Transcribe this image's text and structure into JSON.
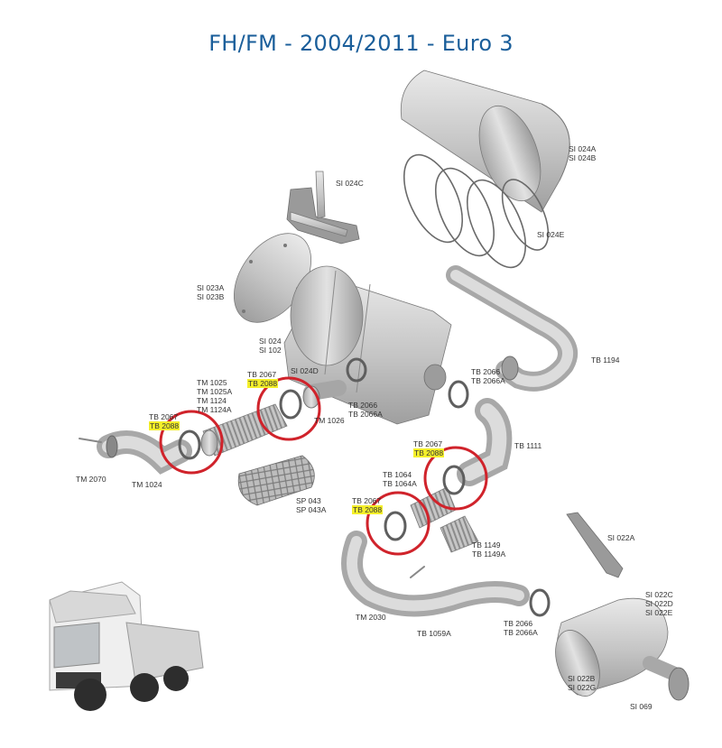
{
  "title": "FH/FM - 2004/2011 - Euro 3",
  "colors": {
    "title": "#1a5e9a",
    "ring": "#d0232b",
    "highlight": "#f4ef2a",
    "part": "#c8c8c8"
  },
  "labels": {
    "si024a": [
      "SI 024A",
      "SI 024B"
    ],
    "si024c": [
      "SI 024C"
    ],
    "si024e": [
      "SI 024E"
    ],
    "si023a": [
      "SI 023A",
      "SI 023B"
    ],
    "si024": [
      "SI 024",
      "SI 102"
    ],
    "si024d": [
      "SI 024D"
    ],
    "tb1194": [
      "TB 1194"
    ],
    "tm1025": [
      "TM 1025",
      "TM 1025A",
      "TM 1124",
      "TM 1124A"
    ],
    "tb2067a": [
      "TB 2067"
    ],
    "tb2088a": "TB 2088",
    "tb2067b": [
      "TB 2067"
    ],
    "tb2088b": "TB 2088",
    "tb2066a": [
      "TB 2066",
      "TB 2066A"
    ],
    "tb2066b": [
      "TB 2066",
      "TB 2066A"
    ],
    "tm1026": [
      "TM 1026"
    ],
    "tb1111": [
      "TB 1111"
    ],
    "tb2067c": [
      "TB 2067"
    ],
    "tb2088c": "TB 2088",
    "tb1064": [
      "TB 1064",
      "TB 1064A"
    ],
    "tb2067d": [
      "TB 2067"
    ],
    "tb2088d": "TB 2088",
    "tm2070": [
      "TM 2070"
    ],
    "tm1024": [
      "TM 1024"
    ],
    "sp043": [
      "SP 043",
      "SP 043A"
    ],
    "tb1149": [
      "TB 1149",
      "TB 1149A"
    ],
    "si022a": [
      "SI 022A"
    ],
    "si022c": [
      "SI 022C",
      "SI 022D",
      "SI 022E"
    ],
    "tm2030": [
      "TM 2030"
    ],
    "tb1059a": [
      "TB 1059A"
    ],
    "tb2066c": [
      "TB 2066",
      "TB 2066A"
    ],
    "si022b": [
      "SI 022B",
      "SI 022G"
    ],
    "si069": [
      "SI 069"
    ]
  }
}
